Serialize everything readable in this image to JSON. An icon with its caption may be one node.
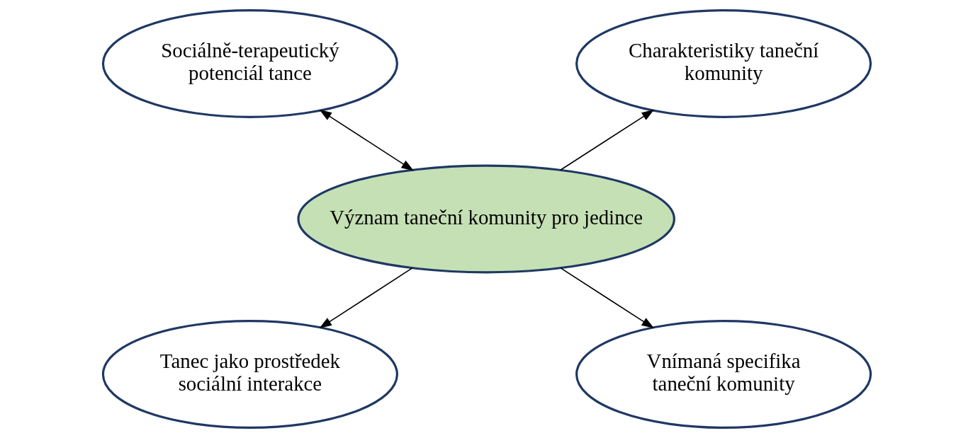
{
  "diagram": {
    "nodes": [
      {
        "text": [
          "Sociálně-terapeutický potenciál tance"
        ]
      },
      {
        "text": [
          "Charakteristiky taneční komunity"
        ]
      },
      {
        "text": [
          "Význam taneční komunity pro jedince"
        ]
      },
      {
        "text": [
          "Tanec jako prostředek sociální interakce"
        ]
      },
      {
        "text": [
          "Vnímaná specifika taneční komunity"
        ]
      }
    ],
    "edges": [
      {
        "from": 2,
        "to": 0,
        "arrow": "both"
      },
      {
        "from": 2,
        "to": 1,
        "arrow": "to"
      },
      {
        "from": 2,
        "to": 3,
        "arrow": "to"
      },
      {
        "from": 2,
        "to": 4,
        "arrow": "to"
      }
    ]
  }
}
